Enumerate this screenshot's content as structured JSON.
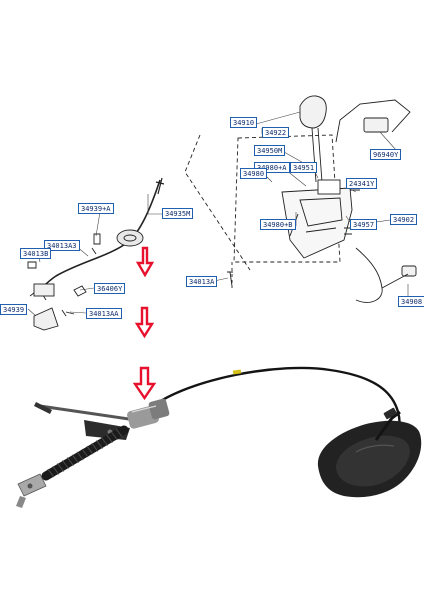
{
  "diagram": {
    "part_labels": [
      "34910",
      "34922",
      "96940Y",
      "34950M",
      "34980+A",
      "34980",
      "34951",
      "24341Y",
      "34980+B",
      "34957",
      "34902",
      "34935M",
      "34939+A",
      "34013A3",
      "34013B",
      "36406Y",
      "34939",
      "34013AA",
      "34013A",
      "34908"
    ],
    "arrow_color": "#e8112d",
    "label_border_color": "#1f5fb0",
    "arrow_icon": "red-down-arrow-icon"
  }
}
